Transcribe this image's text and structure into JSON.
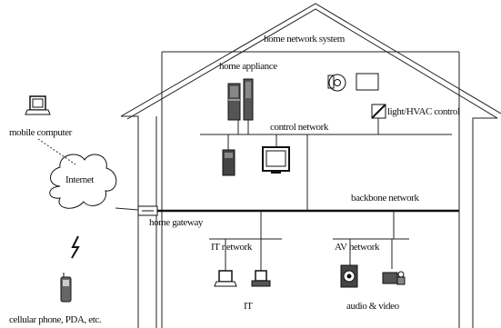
{
  "title": "home network system",
  "labels": {
    "home_appliance": "home appliance",
    "light_hvac": "light/HVAC control",
    "control_network": "control network",
    "backbone_network": "backbone network",
    "home_gateway": "home gateway",
    "internet": "Internet",
    "mobile_computer": "mobile computer",
    "cellular": "cellular phone, PDA, etc.",
    "it_network": "IT network",
    "av_network": "AV network",
    "it": "IT",
    "audio_video": "audio & video"
  },
  "icons": {
    "mobile_computer": "laptop-icon",
    "cellular": "cellphone-icon",
    "gateway": "gateway-device-icon",
    "appliance_1": "appliance-icon",
    "appliance_2": "appliance-icon",
    "fan": "fan-icon",
    "control_box": "control-box-icon",
    "switch": "light-switch-icon",
    "tower": "tower-device-icon",
    "monitor": "monitor-icon",
    "it_laptop": "laptop-icon",
    "it_computer": "computer-icon",
    "speaker": "speaker-icon",
    "camera": "video-camera-icon"
  }
}
